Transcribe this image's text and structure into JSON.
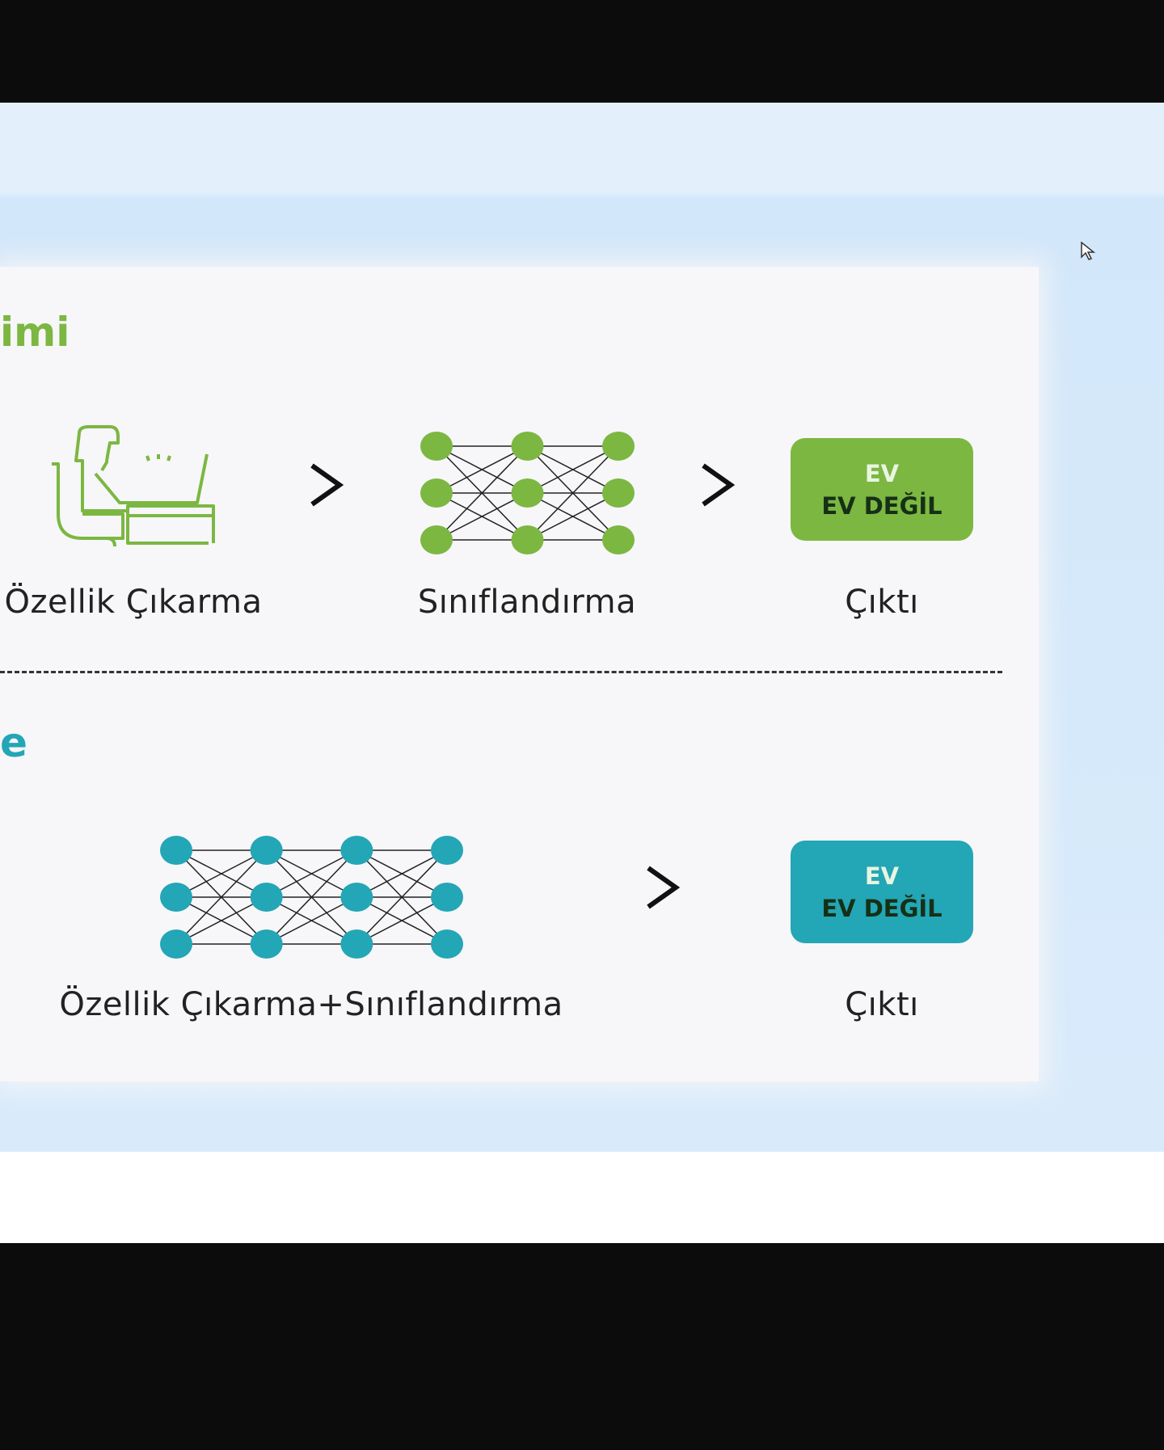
{
  "colors": {
    "traditional": "#7cb742",
    "deep": "#23a6b6"
  },
  "traditional": {
    "title_fragment": "imi",
    "step1_label": "Özellik Çıkarma",
    "step2_label": "Sınıflandırma",
    "output_label": "Çıktı",
    "output_box": {
      "line1": "EV",
      "line2": "EV DEĞİL"
    }
  },
  "deep": {
    "title_fragment": "e",
    "step_label": "Özellik Çıkarma+Sınıflandırma",
    "output_label": "Çıktı",
    "output_box": {
      "line1": "EV",
      "line2": "EV DEĞİL"
    }
  },
  "icons": [
    "person-at-laptop-icon",
    "neural-network-icon",
    "chevron-right-icon",
    "mouse-cursor-icon"
  ]
}
